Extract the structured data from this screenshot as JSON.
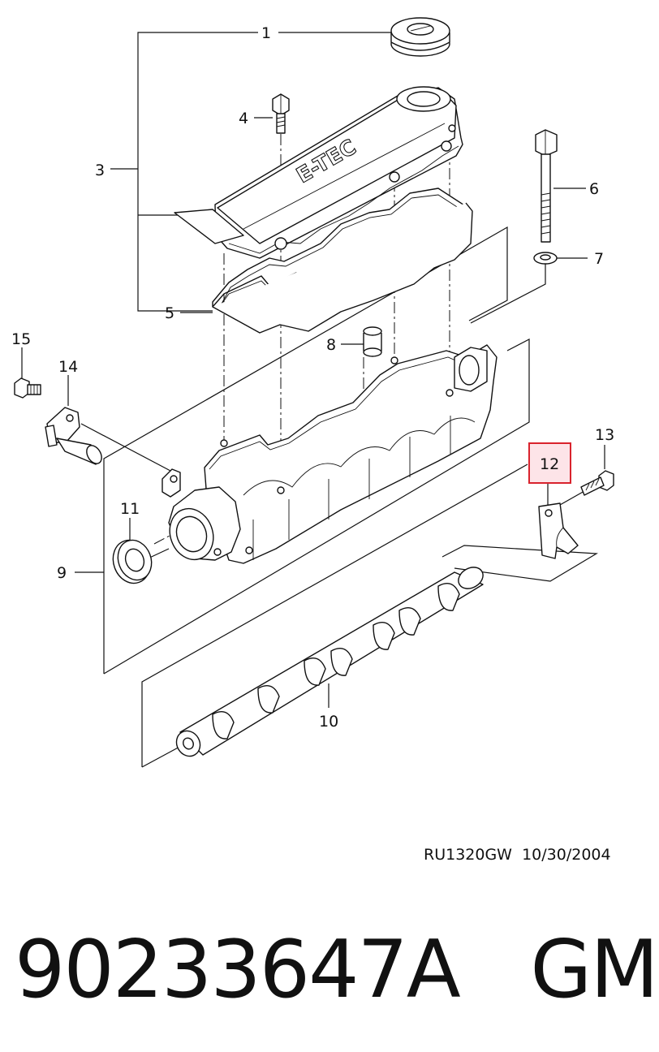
{
  "diagram": {
    "callouts": [
      {
        "id": "1",
        "label": "1"
      },
      {
        "id": "3",
        "label": "3"
      },
      {
        "id": "4",
        "label": "4"
      },
      {
        "id": "5",
        "label": "5"
      },
      {
        "id": "6",
        "label": "6"
      },
      {
        "id": "7",
        "label": "7"
      },
      {
        "id": "8",
        "label": "8"
      },
      {
        "id": "9",
        "label": "9"
      },
      {
        "id": "10",
        "label": "10"
      },
      {
        "id": "11",
        "label": "11"
      },
      {
        "id": "12",
        "label": "12"
      },
      {
        "id": "13",
        "label": "13"
      },
      {
        "id": "14",
        "label": "14"
      },
      {
        "id": "15",
        "label": "15"
      }
    ],
    "highlighted_callout": "12",
    "highlight_color": "#d9232d",
    "highlight_fill": "#fde4e8",
    "cover_emboss": "E-TEC",
    "code": "RU1320GW",
    "date": "10/30/2004"
  },
  "footer": {
    "part_number": "90233647A",
    "brand": "GM"
  }
}
